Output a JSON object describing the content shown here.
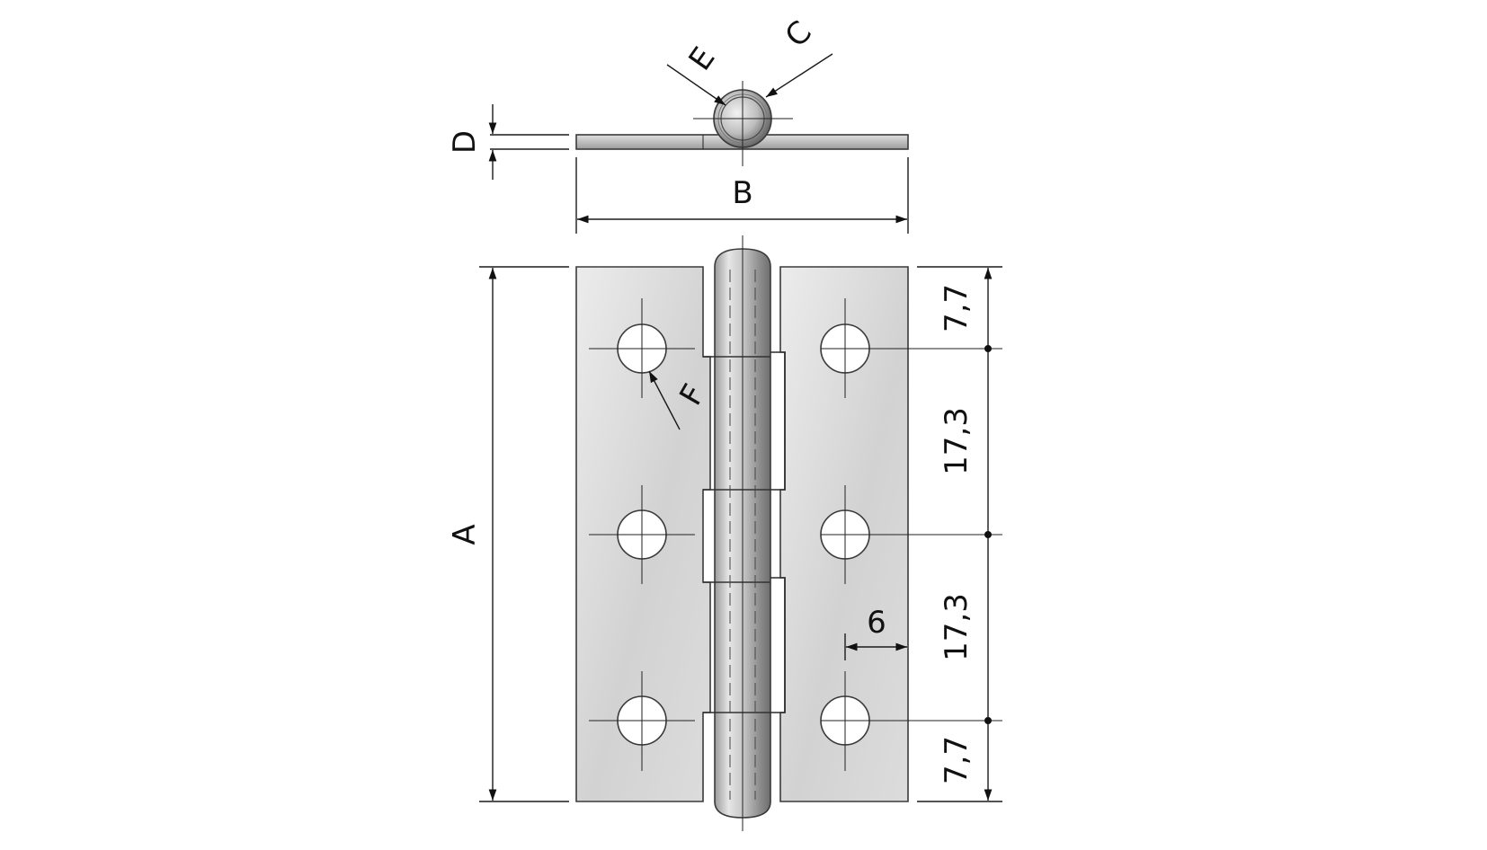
{
  "labels": {
    "A": "A",
    "B": "B",
    "C": "C",
    "D": "D",
    "E": "E",
    "F": "F"
  },
  "dimensions": {
    "top_edge": "7,7",
    "upper_spacing": "17,3",
    "lower_spacing": "17,3",
    "bottom_edge": "7,7",
    "edge_to_hole": "6"
  },
  "colors": {
    "leaf_fill": "#d6d6d6",
    "leaf_edge": "#3a3a3a",
    "hole_fill": "#ffffff",
    "line": "#1a1a1a"
  }
}
